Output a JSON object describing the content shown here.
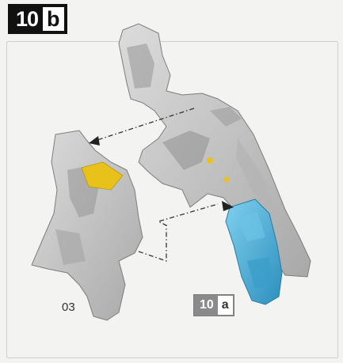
{
  "step": {
    "number": "10",
    "letter": "b"
  },
  "reference": {
    "number": "10",
    "letter": "a"
  },
  "part_label": "03",
  "colors": {
    "background": "#f3f3f1",
    "part_grey": "#c4c4c4",
    "part_dark": "#8e8e8e",
    "yellow_part": "#e8c21a",
    "blue_part": "#4fb0d8",
    "badge_black": "#111111",
    "badge_grey": "#8a8a8a"
  }
}
